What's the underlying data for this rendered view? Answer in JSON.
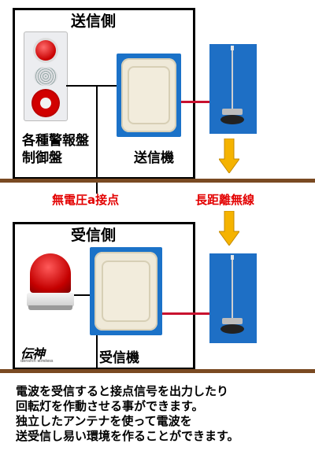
{
  "sender": {
    "title": "送信側",
    "panel_label_line1": "各種警報盤",
    "panel_label_line2": "制御盤",
    "transmitter_label": "送信機"
  },
  "receiver": {
    "title": "受信側",
    "receiver_label": "受信機",
    "logo_text": "伝神",
    "logo_subtext": "denshin wireless"
  },
  "connection": {
    "contact_label": "無電圧a接点",
    "wireless_label": "長距離無線"
  },
  "description": {
    "lines": [
      "電波を受信すると接点信号を出力したり",
      "回転灯を作動させる事ができます。",
      "独立したアンテナを使って電波を",
      "送受信し易い環境を作ることができます。"
    ]
  },
  "colors": {
    "ground": "#7a4a22",
    "red_text": "#e30000",
    "arrow": "#f5b300",
    "device_blue": "#1b72c8",
    "wire_red": "#c8102e"
  }
}
